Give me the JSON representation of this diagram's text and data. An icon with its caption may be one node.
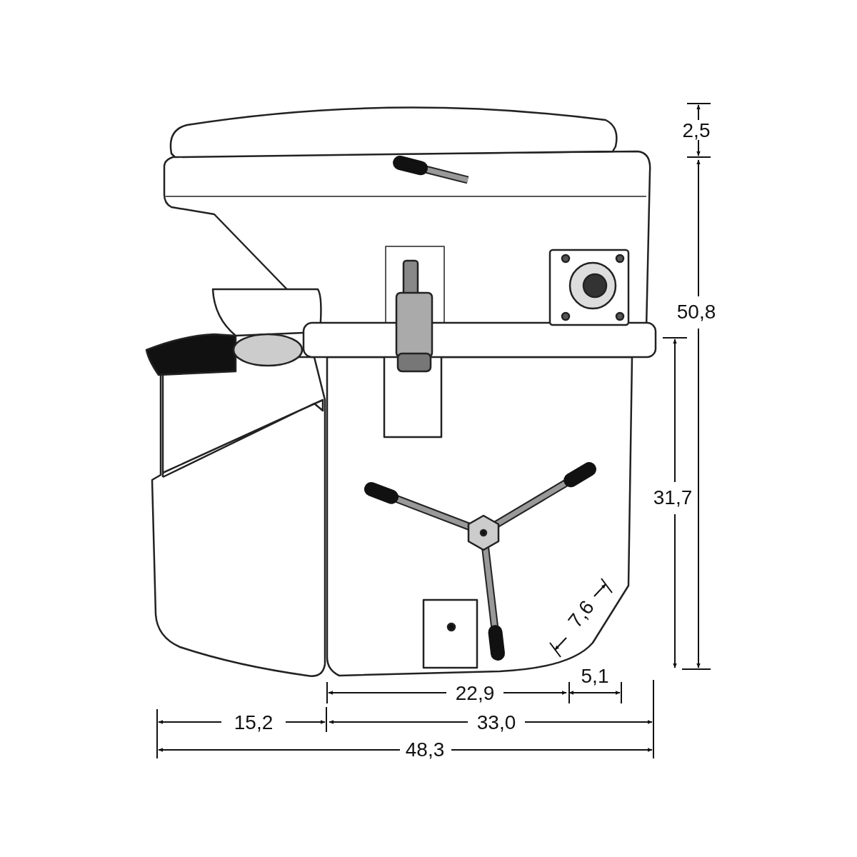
{
  "diagram": {
    "labels": [
      "2,5",
      "50,8",
      "31,7",
      "7,6",
      "5,1",
      "22,9",
      "15,2",
      "33,0",
      "48,3"
    ]
  }
}
